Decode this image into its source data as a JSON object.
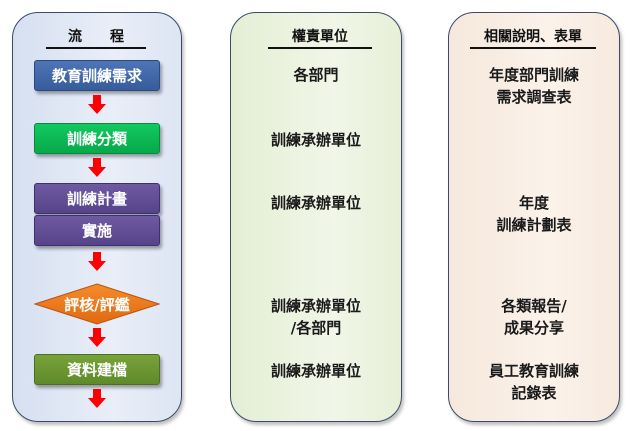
{
  "headings": {
    "flow": "流　　程",
    "responsibility": "權責單位",
    "description": "相關說明、表單"
  },
  "flow_steps": [
    {
      "id": "needs",
      "label": "教育訓練需求",
      "color": "#4367a8"
    },
    {
      "id": "classification",
      "label": "訓練分類",
      "color": "#0cba55"
    },
    {
      "id": "plan",
      "label": "訓練計畫",
      "color": "#624e94"
    },
    {
      "id": "implement",
      "label": "實施",
      "color": "#624e94"
    },
    {
      "id": "evaluate",
      "label": "評核/評鑑",
      "color": "#ee7b1e"
    },
    {
      "id": "archive",
      "label": "資料建檔",
      "color": "#6c9632"
    }
  ],
  "responsibility": [
    {
      "lines": [
        "各部門"
      ]
    },
    {
      "lines": [
        "訓練承辦單位"
      ]
    },
    {
      "lines": [
        "訓練承辦單位"
      ]
    },
    {
      "lines": [
        "訓練承辦單位",
        "/各部門"
      ]
    },
    {
      "lines": [
        "訓練承辦單位"
      ]
    }
  ],
  "description": [
    {
      "lines": [
        "年度部門訓練",
        "需求調查表"
      ]
    },
    {
      "lines": [
        "年度",
        "訓練計劃表"
      ]
    },
    {
      "lines": [
        "各類報告/",
        "成果分享"
      ]
    },
    {
      "lines": [
        "員工教育訓練",
        "記錄表"
      ]
    }
  ],
  "colors": {
    "arrow": "#ff0000",
    "flow_panel": "#dfe6f4",
    "responsibility_panel": "#ecf3e1",
    "description_panel": "#f9eee5",
    "panel_border": "#3a4a68"
  }
}
